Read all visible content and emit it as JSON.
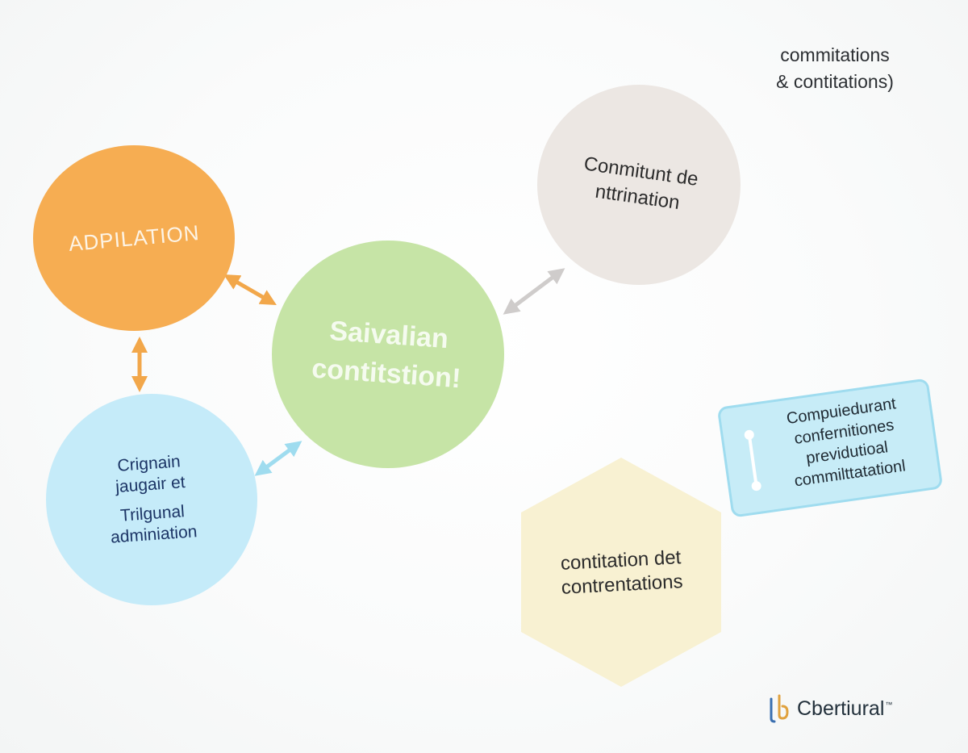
{
  "diagram": {
    "center": {
      "line1": "Saivalian",
      "line2": "contitstion!",
      "color": "#c6e4a6"
    },
    "orange": {
      "label": "ADPILATION",
      "color": "#f6ad52"
    },
    "blue": {
      "line1": "Crignain",
      "line2": "jaugair et",
      "line3": "Trilgunal",
      "line4": "adminiation",
      "color": "#c5ebf9"
    },
    "gray": {
      "line1": "Conmitunt de",
      "line2": "nttrination",
      "color": "#ece7e3"
    },
    "hexagon": {
      "line1": "contitation det",
      "line2": "contrentations",
      "color": "#f8f1d2"
    }
  },
  "top_note": {
    "line1": "commitations",
    "line2": "& contitations)"
  },
  "callout": {
    "line1": "Compuiedurant",
    "line2": "confernitiones",
    "line3": "previdutioal",
    "line4": "commilttatationl"
  },
  "brand": {
    "name": "Cbertiural",
    "mark": "™"
  },
  "arrow_colors": {
    "orange": "#f2a74a",
    "gray": "#cfcccb",
    "blue": "#9fdcef"
  }
}
